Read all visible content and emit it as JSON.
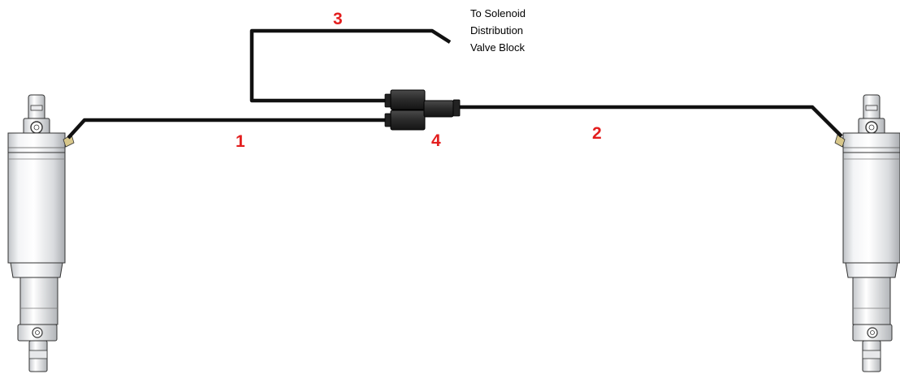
{
  "labels": {
    "line_1": "1",
    "line_2": "2",
    "line_3": "3",
    "fitting_4": "4"
  },
  "destination_note": {
    "line1": "To Solenoid",
    "line2": "Distribution",
    "line3": "Valve Block"
  },
  "colors": {
    "callout": "#e31e1e",
    "hose": "#111111",
    "fitting": "#2b2b2b"
  },
  "icons": {
    "left_shock": "air-shock-absorber-icon",
    "right_shock": "air-shock-absorber-icon",
    "tee_fitting": "tee-connector-icon"
  }
}
